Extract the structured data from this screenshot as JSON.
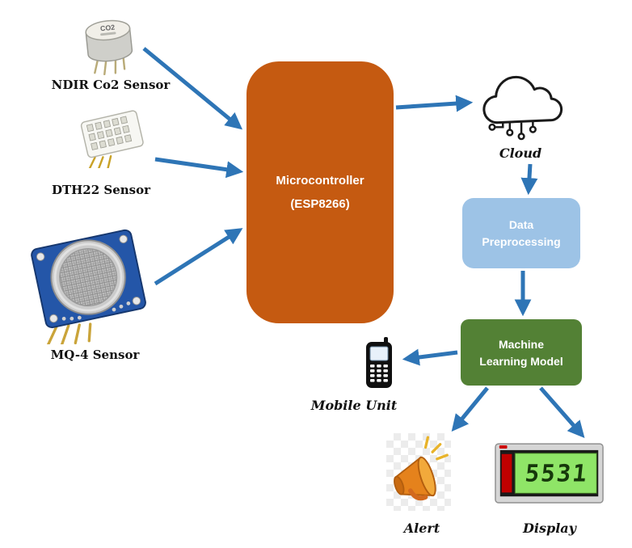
{
  "diagram": {
    "sensors": [
      {
        "label": "NDIR Co2 Sensor",
        "marking": "CO2"
      },
      {
        "label": "DTH22 Sensor"
      },
      {
        "label": "MQ-4 Sensor"
      }
    ],
    "microcontroller": {
      "line1": "Microcontroller",
      "line2": "(ESP8266)"
    },
    "cloud": {
      "label": "Cloud"
    },
    "data_preprocessing": {
      "line1": "Data",
      "line2": "Preprocessing"
    },
    "ml_model": {
      "line1": "Machine",
      "line2": "Learning Model"
    },
    "mobile": {
      "label": "Mobile Unit"
    },
    "alert": {
      "label": "Alert"
    },
    "display": {
      "label": "Display",
      "reading": "5531"
    },
    "colors": {
      "microcontroller_fill": "#C55A11",
      "data_preprocessing_fill": "#9DC3E6",
      "ml_model_fill": "#538135",
      "arrow": "#2E75B6"
    }
  }
}
